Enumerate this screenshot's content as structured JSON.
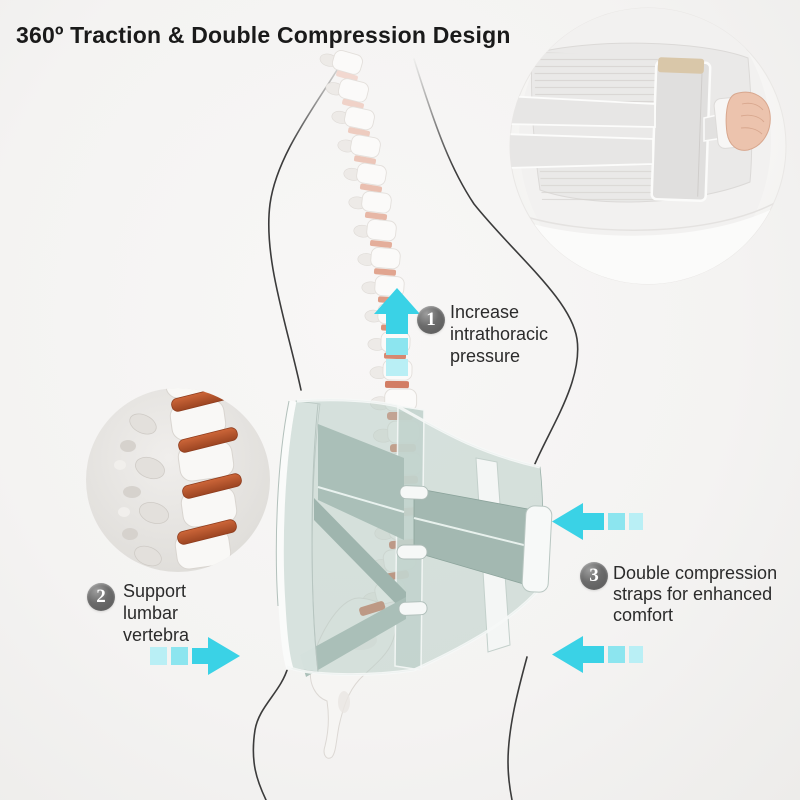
{
  "title": "360º Traction & Double Compression Design",
  "annotations": {
    "step1": {
      "number": "1",
      "label": "Increase intrathoracic pressure"
    },
    "step2": {
      "number": "2",
      "label": "Support lumbar vertebra"
    },
    "step3": {
      "number": "3",
      "label": "Double compression straps for enhanced comfort"
    }
  },
  "icons": {
    "step1_arrow": "up-arrow-icon",
    "step2_arrow": "right-arrow-icon",
    "step3_arrow_upper": "left-arrow-icon",
    "step3_arrow_lower": "left-arrow-icon"
  },
  "colors": {
    "accent_cyan": "#3ad2e6",
    "accent_cyan_mid": "#8ce5ef",
    "accent_cyan_light": "#b9eff5",
    "badge_gray": "#646464",
    "text_dark": "#2b2b2b",
    "belt_sage": "#aabfb8",
    "disc_red": "#c05a35",
    "background": "#f4f3f2"
  }
}
